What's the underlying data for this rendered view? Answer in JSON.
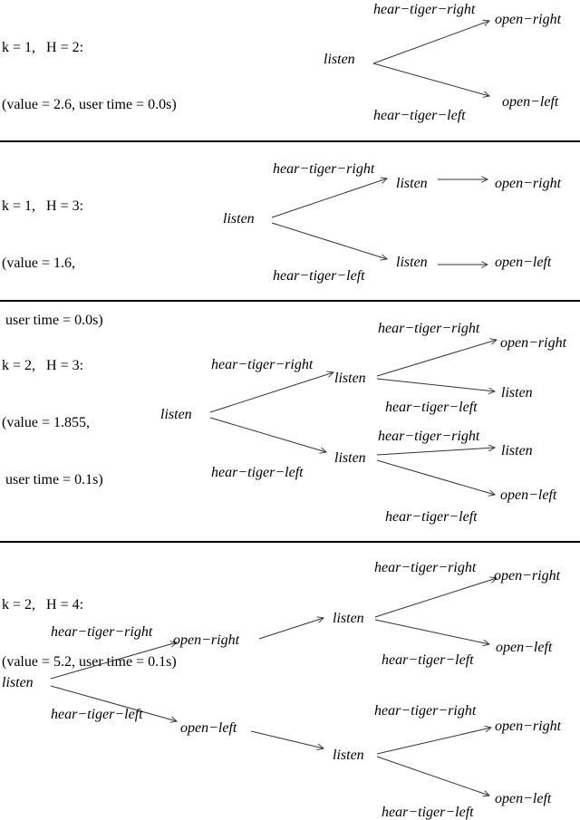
{
  "panels": [
    {
      "header": [
        "k = 1,   H = 2:",
        "(value = 2.6, user time = 0.0s)"
      ],
      "nodes": [
        {
          "text": "listen"
        },
        {
          "text": "open−right"
        },
        {
          "text": "open−left"
        }
      ],
      "edges": [
        {
          "label": "hear−tiger−right"
        },
        {
          "label": "hear−tiger−left"
        }
      ]
    },
    {
      "header": [
        "k = 1,   H = 3:",
        "(value = 1.6,",
        " user time = 0.0s)"
      ],
      "nodes": [
        {
          "text": "listen"
        },
        {
          "text": "listen"
        },
        {
          "text": "listen"
        },
        {
          "text": "open−right"
        },
        {
          "text": "open−left"
        }
      ],
      "edges": [
        {
          "label": "hear−tiger−right"
        },
        {
          "label": "hear−tiger−left"
        },
        {
          "label": ""
        },
        {
          "label": ""
        }
      ]
    },
    {
      "header": [
        "k = 2,   H = 3:",
        "(value = 1.855,",
        " user time = 0.1s)"
      ],
      "nodes": [
        {
          "text": "listen"
        },
        {
          "text": "listen"
        },
        {
          "text": "listen"
        },
        {
          "text": "open−right"
        },
        {
          "text": "listen"
        },
        {
          "text": "listen"
        },
        {
          "text": "open−left"
        }
      ],
      "edges": [
        {
          "label": "hear−tiger−right"
        },
        {
          "label": "hear−tiger−left"
        },
        {
          "label": "hear−tiger−right"
        },
        {
          "label": "hear−tiger−left"
        },
        {
          "label": "hear−tiger−right"
        },
        {
          "label": "hear−tiger−left"
        }
      ]
    },
    {
      "header": [
        "k = 2,   H = 4:",
        "(value = 5.2, user time = 0.1s)"
      ],
      "nodes": [
        {
          "text": "listen"
        },
        {
          "text": "open−right"
        },
        {
          "text": "open−left"
        },
        {
          "text": "listen"
        },
        {
          "text": "listen"
        },
        {
          "text": "open−right"
        },
        {
          "text": "open−left"
        },
        {
          "text": "open−right"
        },
        {
          "text": "open−left"
        }
      ],
      "edges": [
        {
          "label": "hear−tiger−right"
        },
        {
          "label": "hear−tiger−left"
        },
        {
          "label": ""
        },
        {
          "label": ""
        },
        {
          "label": "hear−tiger−right"
        },
        {
          "label": "hear−tiger−left"
        },
        {
          "label": "hear−tiger−right"
        },
        {
          "label": "hear−tiger−left"
        }
      ]
    }
  ]
}
